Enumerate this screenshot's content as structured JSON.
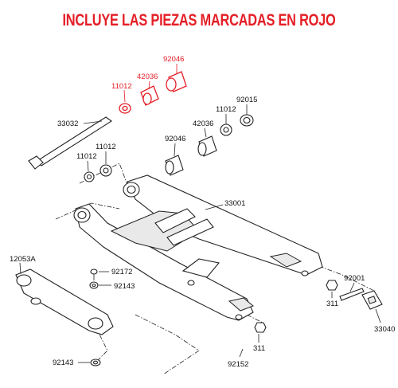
{
  "header": {
    "title": "INCLUYE LAS PIEZAS MARCADAS EN ROJO"
  },
  "colors": {
    "highlight": "#e41e26",
    "line": "#222222"
  },
  "labels": {
    "red_92046": "92046",
    "red_42036": "42036",
    "red_11012": "11012",
    "l_33032": "33032",
    "l_11012_a": "11012",
    "l_11012_b": "11012",
    "l_11012_c": "11012",
    "l_92015": "92015",
    "l_42036": "42036",
    "l_92046": "92046",
    "l_33001": "33001",
    "l_12053A": "12053A",
    "l_92172": "92172",
    "l_92143_a": "92143",
    "l_92143_b": "92143",
    "l_92001": "92001",
    "l_311_a": "311",
    "l_311_b": "311",
    "l_33040": "33040",
    "l_92152": "92152"
  }
}
